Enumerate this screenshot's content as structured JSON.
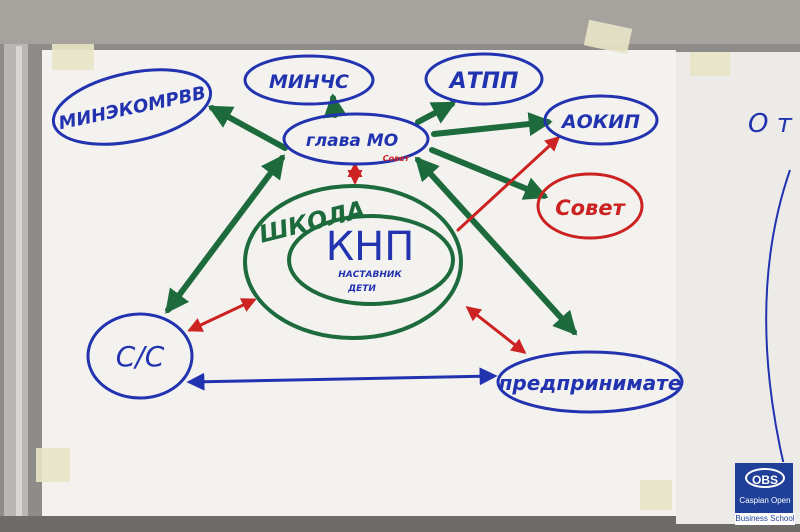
{
  "board": {
    "nodes": {
      "minekomrvv": "МИНЭКОМРВВ",
      "minchs": "МИНЧС",
      "atpp": "АТПП",
      "aokip": "АОКИП",
      "glava_mo": "глава МО",
      "sovet_small": "Совет",
      "sovet": "Совет",
      "shkola": "ШКОЛА",
      "knp": "КНП",
      "nastavnik": "НАСТАВНИК",
      "deti": "ДЕТИ",
      "cc": "С/С",
      "predprinimatel": "предпринимате"
    },
    "right_sheet_text": "О т",
    "colors": {
      "green": "#1d6b3c",
      "blue": "#2233b0",
      "red": "#cc2222"
    }
  },
  "watermark": {
    "mark": "OBS",
    "line1": "Caspian Open",
    "line2": "Business School"
  }
}
